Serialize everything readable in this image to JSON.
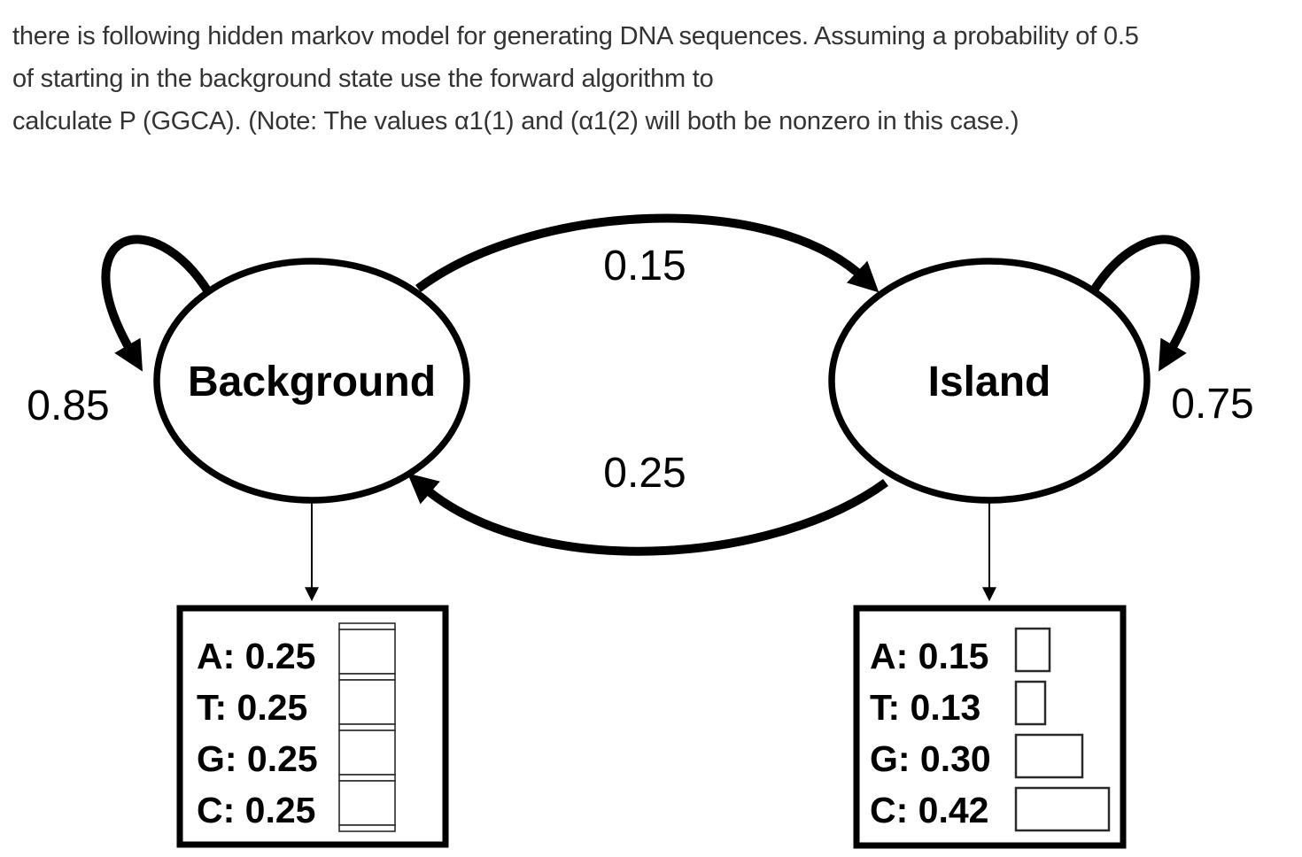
{
  "question": {
    "line1": "there is following hidden markov model for generating DNA sequences. Assuming a probability of 0.5",
    "line2": "of starting in the background state use the forward algorithm to",
    "line3": "calculate P (GGCA). (Note: The values α1(1) and (α1(2) will both be nonzero in this case.)"
  },
  "model": {
    "start_prob_background": "0.5",
    "states": [
      {
        "label": "Background",
        "self_transition_prob": "0.85",
        "emissions": [
          {
            "symbol": "A",
            "prob": "0.25",
            "value": 0.25,
            "text": "A: 0.25"
          },
          {
            "symbol": "T",
            "prob": "0.25",
            "value": 0.25,
            "text": "T: 0.25"
          },
          {
            "symbol": "G",
            "prob": "0.25",
            "value": 0.25,
            "text": "G: 0.25"
          },
          {
            "symbol": "C",
            "prob": "0.25",
            "value": 0.25,
            "text": "C: 0.25"
          }
        ]
      },
      {
        "label": "Island",
        "self_transition_prob": "0.75",
        "emissions": [
          {
            "symbol": "A",
            "prob": "0.15",
            "value": 0.15,
            "text": "A: 0.15"
          },
          {
            "symbol": "T",
            "prob": "0.13",
            "value": 0.13,
            "text": "T: 0.13"
          },
          {
            "symbol": "G",
            "prob": "0.30",
            "value": 0.3,
            "text": "G: 0.30"
          },
          {
            "symbol": "C",
            "prob": "0.42",
            "value": 0.42,
            "text": "C: 0.42"
          }
        ]
      }
    ],
    "transitions": [
      {
        "from": "Background",
        "to": "Island",
        "prob": "0.15"
      },
      {
        "from": "Island",
        "to": "Background",
        "prob": "0.25"
      }
    ]
  }
}
